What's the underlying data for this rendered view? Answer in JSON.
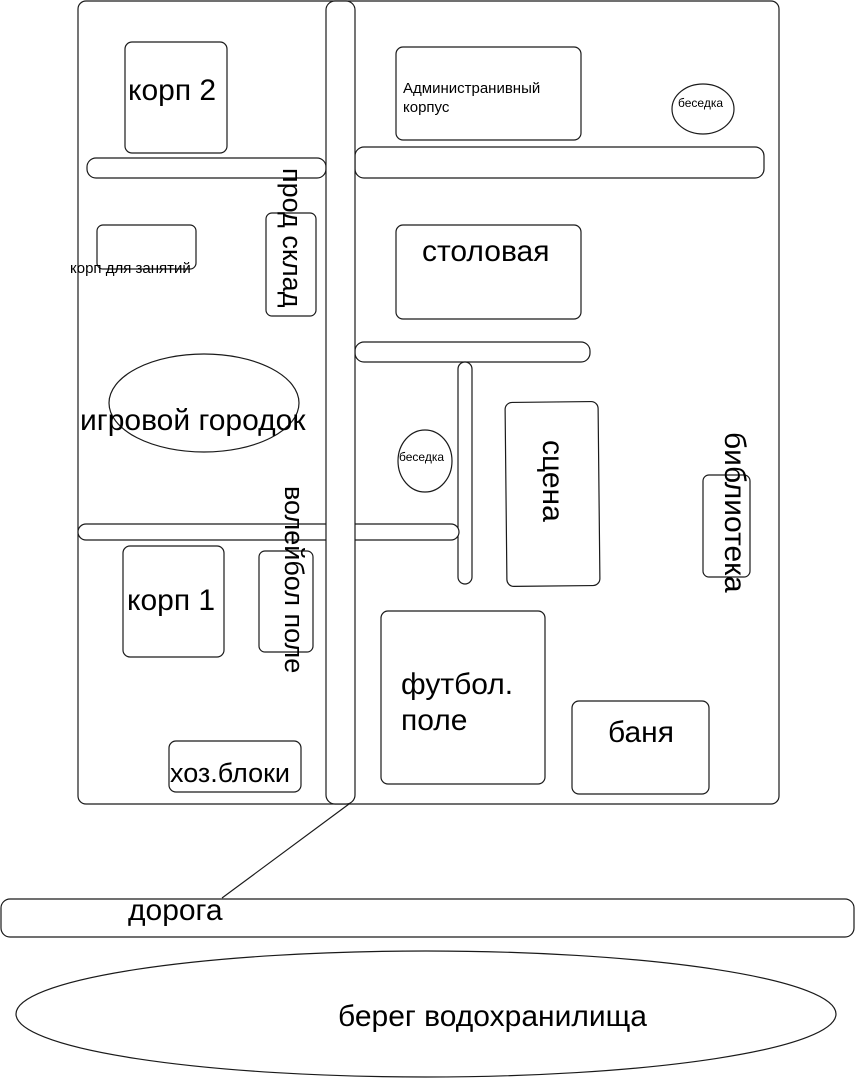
{
  "diagram": {
    "buildings": {
      "korp2": "корп 2",
      "admin_line1": "Администранивный",
      "admin_line2": "корпус",
      "gazebo_top": "беседка",
      "classes": "корп для занятий",
      "warehouse": "прод склад",
      "canteen": "столовая",
      "playground": "игровой городок",
      "gazebo_mid": "беседка",
      "stage": "сцена",
      "library": "библиотека",
      "volleyball": "волейбол поле",
      "korp1": "корп 1",
      "football_line1": "футбол.",
      "football_line2": "поле",
      "bath": "баня",
      "utility": "хоз.блоки"
    },
    "road": "дорога",
    "shore": "берег водохранилища"
  },
  "colors": {
    "stroke": "#1a1a1a",
    "fill": "#ffffff",
    "text": "#000000"
  }
}
